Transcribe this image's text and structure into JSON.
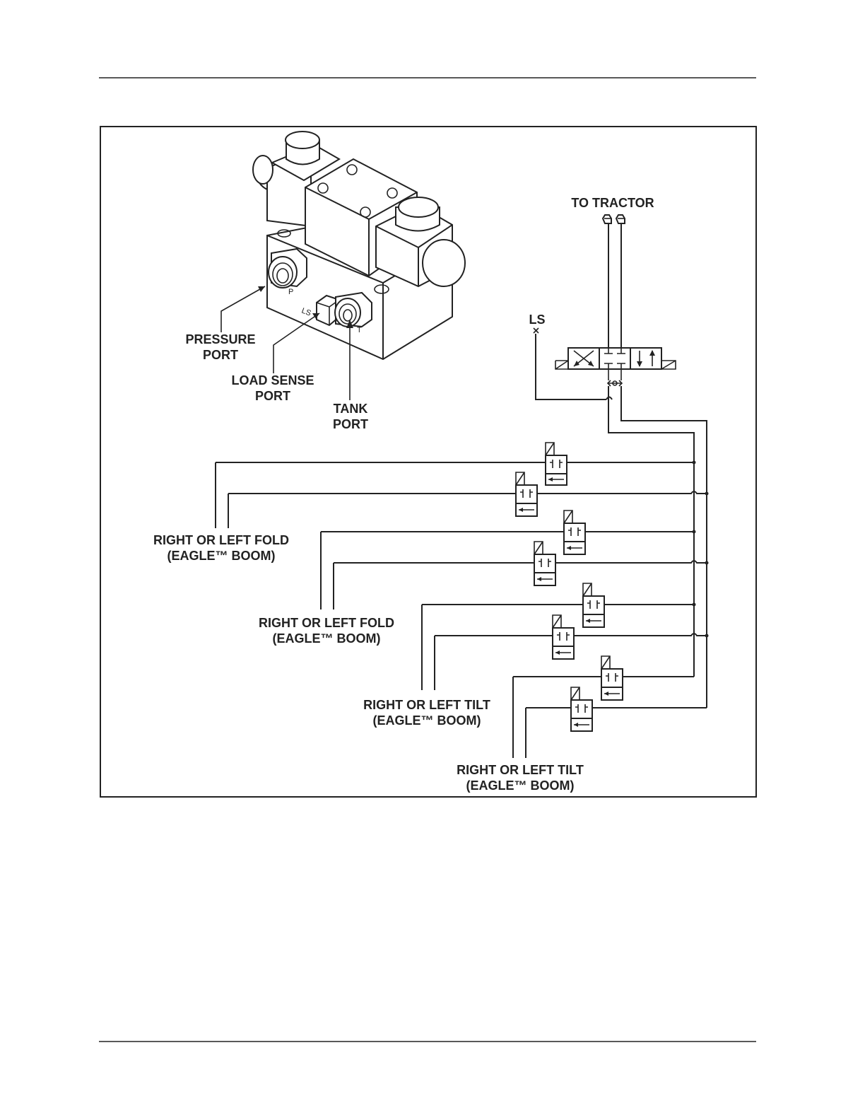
{
  "labels": {
    "to_tractor": "TO TRACTOR",
    "ls": "LS",
    "pressure_port": [
      "PRESSURE",
      "PORT"
    ],
    "load_sense_port": [
      "LOAD SENSE",
      "PORT"
    ],
    "tank_port": [
      "TANK",
      "PORT"
    ],
    "port_p": "P",
    "port_ls": "LS",
    "port_t": "T"
  },
  "outputs": [
    {
      "line1": "RIGHT OR LEFT FOLD",
      "line2": "(EAGLE™ BOOM)"
    },
    {
      "line1": "RIGHT OR LEFT FOLD",
      "line2": "(EAGLE™ BOOM)"
    },
    {
      "line1": "RIGHT OR LEFT TILT",
      "line2": "(EAGLE™ BOOM)"
    },
    {
      "line1": "RIGHT OR LEFT TILT",
      "line2": "(EAGLE™ BOOM)"
    }
  ]
}
